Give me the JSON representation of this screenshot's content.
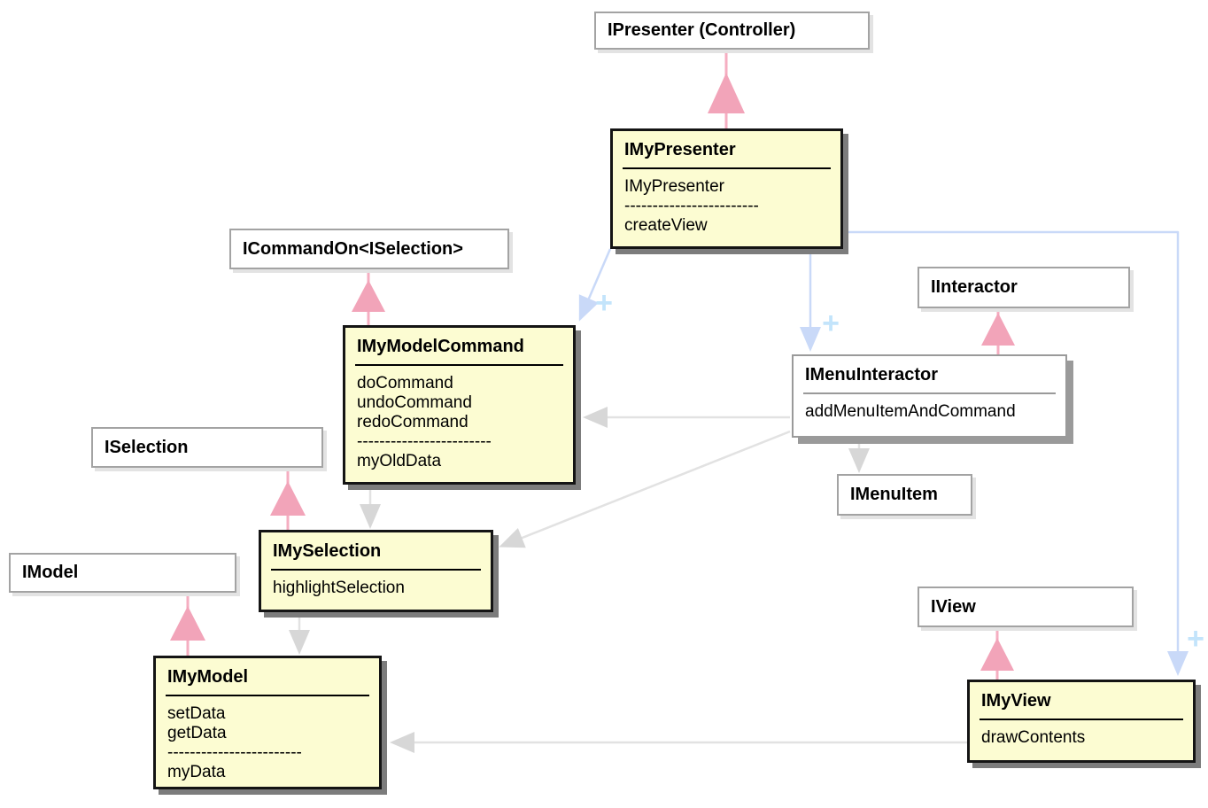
{
  "interfaces": {
    "ipresenter": {
      "label": "IPresenter (Controller)"
    },
    "icommandon": {
      "label": "ICommandOn<ISelection>"
    },
    "iinteractor": {
      "label": "IInteractor"
    },
    "imenuitem": {
      "label": "IMenuItem"
    },
    "iselection": {
      "label": "ISelection"
    },
    "imodel": {
      "label": "IModel"
    },
    "iview": {
      "label": "IView"
    }
  },
  "classes": {
    "imypresenter": {
      "title": "IMyPresenter",
      "members": [
        "IMyPresenter",
        "------------------------",
        "createView"
      ]
    },
    "imymodelcommand": {
      "title": "IMyModelCommand",
      "members": [
        "doCommand",
        "undoCommand",
        "redoCommand",
        "------------------------",
        "myOldData"
      ]
    },
    "imenuinteractor": {
      "title": "IMenuInteractor",
      "members": [
        "addMenuItemAndCommand"
      ]
    },
    "imyselection": {
      "title": "IMySelection",
      "members": [
        "highlightSelection"
      ]
    },
    "imymodel": {
      "title": "IMyModel",
      "members": [
        "setData",
        "getData",
        "------------------------",
        "myData"
      ]
    },
    "imyview": {
      "title": "IMyView",
      "members": [
        "drawContents"
      ]
    }
  },
  "edge_labels": {
    "create_plus": "+"
  },
  "colors": {
    "class_fill_yellow": "#fcfcd2",
    "realization_pink_line": "#f5aec1",
    "realization_pink_arrow": "#f2a4b9",
    "creation_blue_line": "#c9d9f8",
    "creation_plus_blue": "#c3e4fb",
    "dependency_gray_line": "#e2e2e2",
    "dependency_gray_arrow": "#d7d7d7",
    "interface_border_gray": "#a3a3a3",
    "class_border_black": "#141414"
  }
}
